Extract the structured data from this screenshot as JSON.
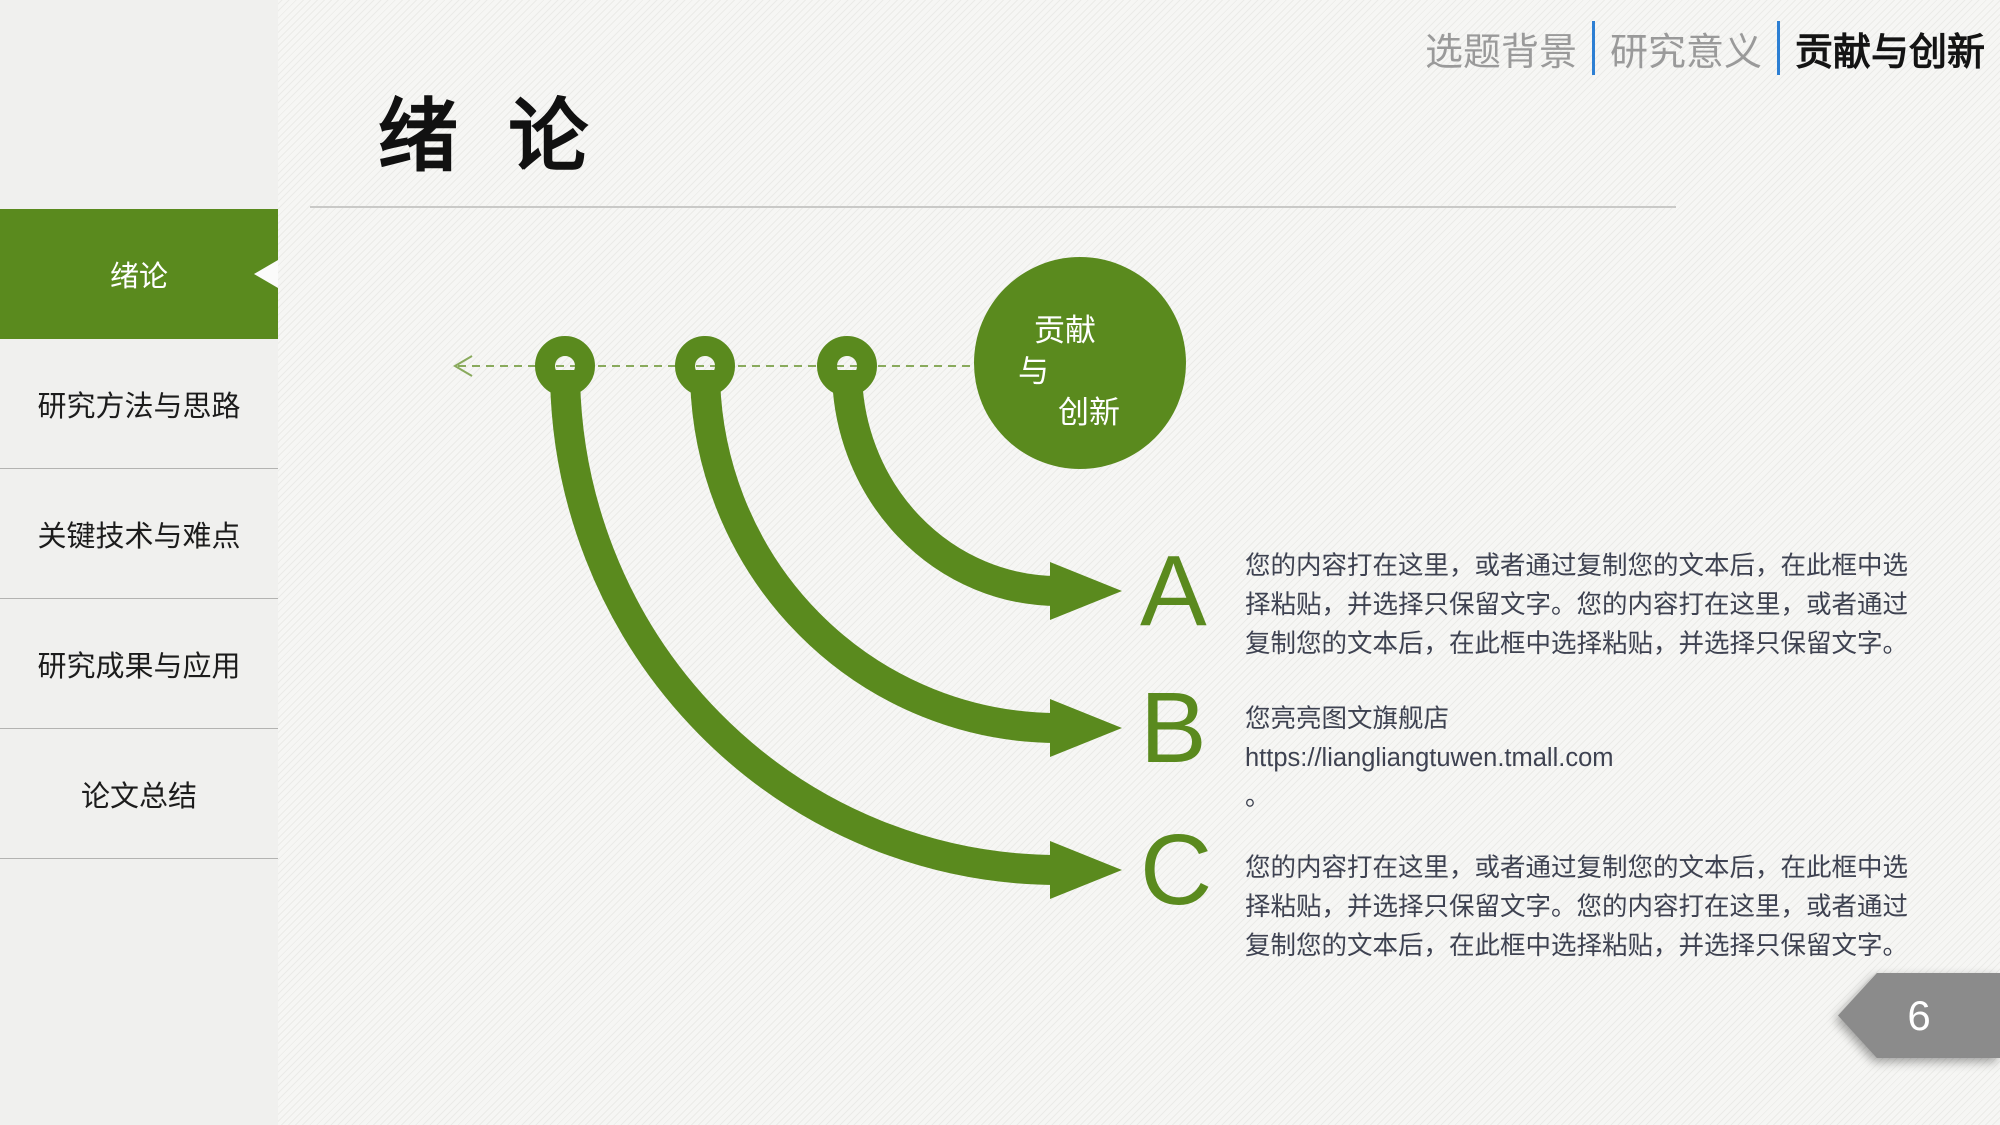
{
  "colors": {
    "accent_green": "#5a8a1e",
    "dashed_green": "#89aa5c",
    "nav_separator_blue": "#2d7fd3",
    "body_text": "#3e4251",
    "badge_gray": "#8b8b8b"
  },
  "top_nav": {
    "items": [
      {
        "label": "选题背景",
        "active": false
      },
      {
        "label": "研究意义",
        "active": false
      },
      {
        "label": "贡献与创新",
        "active": true
      }
    ]
  },
  "sidebar": {
    "items": [
      {
        "label": "绪论",
        "active": true
      },
      {
        "label": "研究方法与思路",
        "active": false
      },
      {
        "label": "关键技术与难点",
        "active": false
      },
      {
        "label": "研究成果与应用",
        "active": false
      },
      {
        "label": "论文总结",
        "active": false
      }
    ]
  },
  "header": {
    "title": "绪 论"
  },
  "diagram": {
    "circle_label": {
      "line1": "贡献",
      "line2": "与",
      "line3": "创新"
    },
    "rows": [
      {
        "letter": "A",
        "text": "您的内容打在这里，或者通过复制您的文本后，在此框中选择粘贴，并选择只保留文字。您的内容打在这里，或者通过复制您的文本后，在此框中选择粘贴，并选择只保留文字。"
      },
      {
        "letter": "B",
        "text": "您亮亮图文旗舰店\nhttps://liangliangtuwen.tmall.com\n。"
      },
      {
        "letter": "C",
        "text": "您的内容打在这里，或者通过复制您的文本后，在此框中选择粘贴，并选择只保留文字。您的内容打在这里，或者通过复制您的文本后，在此框中选择粘贴，并选择只保留文字。"
      }
    ]
  },
  "footer": {
    "page_number": "6"
  }
}
